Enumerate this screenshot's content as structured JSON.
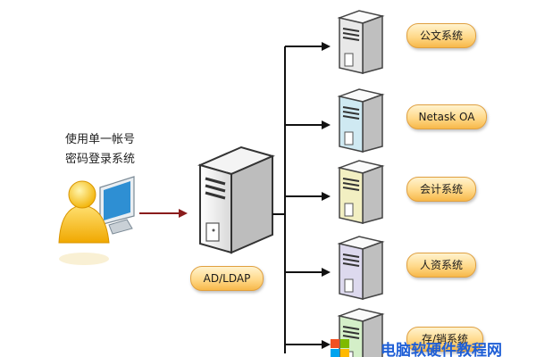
{
  "user": {
    "caption_line1": "使用单一帐号",
    "caption_line2": "密码登录系统"
  },
  "center_server": {
    "label": "AD/LDAP"
  },
  "systems": [
    {
      "label": "公文系统",
      "tint": "#e8e8e8"
    },
    {
      "label": "Netask OA",
      "tint": "#cfe9f2"
    },
    {
      "label": "会计系统",
      "tint": "#f2efc2"
    },
    {
      "label": "人资系统",
      "tint": "#ddd9ee"
    },
    {
      "label": "存/销系统",
      "tint": "#d4efc8"
    }
  ],
  "colors": {
    "connector": "#111111",
    "login_arrow": "#8a1c1c",
    "pill_border": "#e0a040"
  },
  "watermark": {
    "text": "电脑软硬件教程网"
  }
}
